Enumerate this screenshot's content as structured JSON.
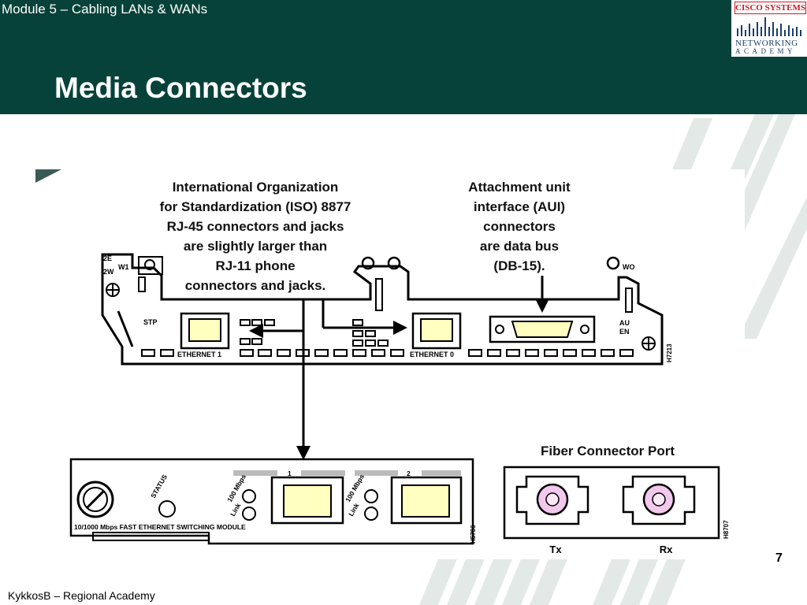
{
  "header": {
    "module_label": "Module 5 – Cabling LANs & WANs",
    "title": "Media Connectors"
  },
  "logo": {
    "top_text": "CISCO SYSTEMS",
    "middle_text": "NETWORKING",
    "bottom_text": "ACADEMY"
  },
  "figure": {
    "callout_iso": [
      "International Organization",
      "for Standardization (ISO) 8877",
      "RJ-45 connectors and jacks",
      "are slightly larger than",
      "RJ-11 phone",
      "connectors and jacks."
    ],
    "callout_aui": [
      "Attachment unit",
      "interface (AUI)",
      "connectors",
      "are data bus",
      "(DB-15)."
    ],
    "router_panel": {
      "label_2e": "2E",
      "label_2w": "2W",
      "label_w1": "W1",
      "label_stp": "STP",
      "label_ethernet1": "ETHERNET 1",
      "label_ethernet0": "ETHERNET 0",
      "label_wo": "WO",
      "label_au": "AU",
      "label_en": "EN",
      "part_code": "H7213"
    },
    "switch_module": {
      "label_status": "STATUS",
      "label_100mbps": "100 Mbps",
      "label_link": "Link",
      "port1": "1",
      "port2": "2",
      "module_name": "10/1000 Mbps FAST ETHERNET SWITCHING MODULE",
      "part_code": "H5796"
    },
    "fiber_port": {
      "title": "Fiber Connector Port",
      "tx_label": "Tx",
      "rx_label": "Rx",
      "part_code": "H8707"
    }
  },
  "footer": {
    "page_number": "7",
    "presenter": "KykkosB – Regional Academy"
  },
  "colors": {
    "header_band": "#064239",
    "jack_yellow": "#ffffc0",
    "fiber_pink": "#f2c8ec",
    "stripe": "#e2e8e6"
  }
}
